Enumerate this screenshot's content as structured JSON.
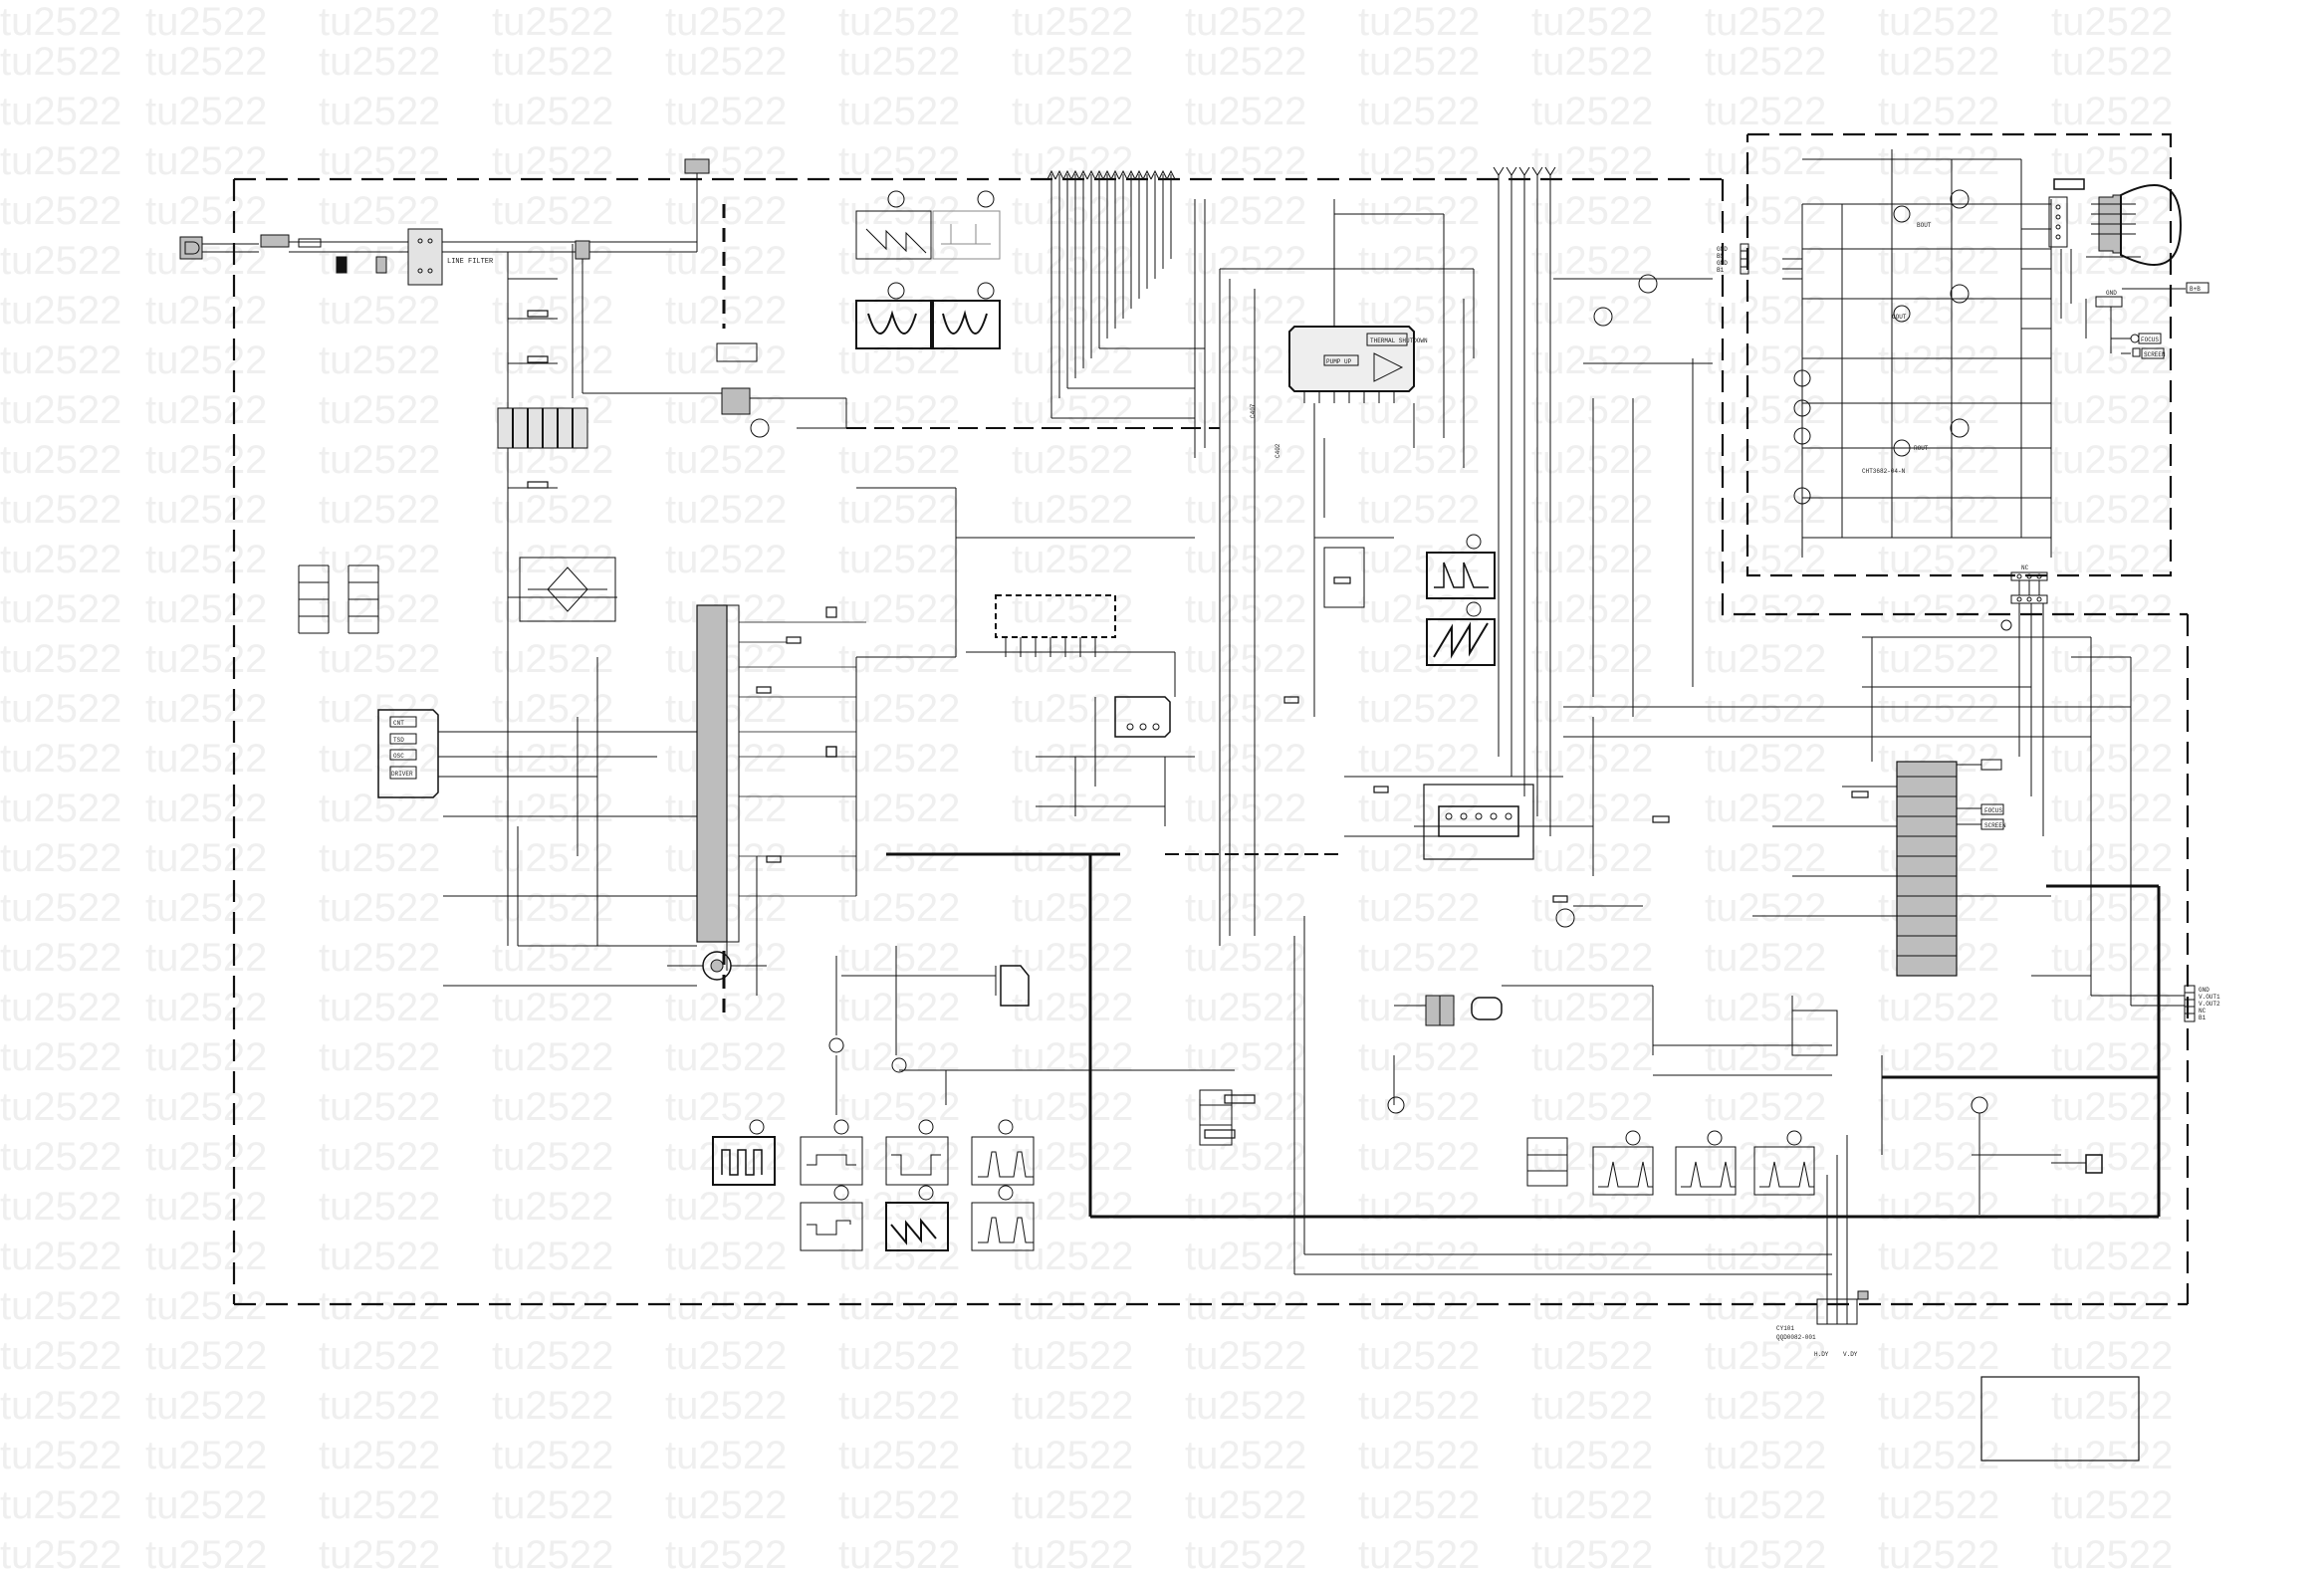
{
  "watermark": "tu2522",
  "colors": {
    "line": "#111111",
    "ic_fill": "#bdbdbd",
    "watermark": "#efefef"
  },
  "labels": {
    "line_filter": "LINE FILTER",
    "thermal": "THERMAL SHUTDOWN",
    "pump_up": "PUMP UP",
    "c407": "C407",
    "c402": "C402",
    "bout": "BOUT",
    "gout": "GOUT",
    "rout": "ROUT",
    "crt_part": "CHT3682-04-N",
    "heater_label": "GND",
    "focus_a": "FOCUS",
    "screen_a": "SCREEN",
    "focus_b": "FOCUS",
    "screen_b": "SCREEN",
    "hv_label": "B+B",
    "cn_nc": "NC",
    "cy_part": "CY101",
    "cy_code": "QQD0082-001",
    "cy_hdy": "H.DY",
    "cy_vdy": "V.DY",
    "r_cn_labels": [
      "GND",
      "V.OUT1",
      "V.OUT2",
      "NC",
      "B1"
    ],
    "l_cn_labels": [
      "GND",
      "BS",
      "GND",
      "B1"
    ],
    "mc_blocks": [
      "CNT",
      "TSD",
      "OSC",
      "DRIVER"
    ]
  },
  "waveforms_top": [
    {
      "id": "W1",
      "shape": "sawtooth"
    },
    {
      "id": "W2",
      "shape": "pulse"
    },
    {
      "id": "W3",
      "shape": "parabola"
    },
    {
      "id": "W4",
      "shape": "parabola"
    }
  ],
  "waveforms_mid": [
    {
      "id": "W5",
      "shape": "pulse"
    },
    {
      "id": "W6",
      "shape": "sawtooth"
    }
  ],
  "waveforms_bottom": [
    {
      "id": "W7",
      "shape": "square"
    },
    {
      "id": "W8",
      "shape": "flat-pulse"
    },
    {
      "id": "W9",
      "shape": "flat-pulse"
    },
    {
      "id": "W10",
      "shape": "peak"
    },
    {
      "id": "W11",
      "shape": "step"
    },
    {
      "id": "W12",
      "shape": "sawtooth"
    },
    {
      "id": "W13",
      "shape": "peak"
    }
  ],
  "waveforms_right": [
    {
      "id": "W14",
      "shape": "peak"
    },
    {
      "id": "W15",
      "shape": "peak"
    },
    {
      "id": "W16",
      "shape": "peak"
    }
  ]
}
